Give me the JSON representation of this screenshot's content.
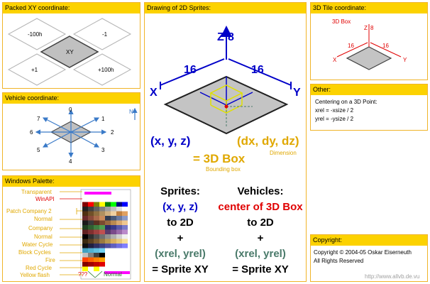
{
  "panels": {
    "packed_xy": {
      "title": "Packed XY coordinate:",
      "cells": {
        "top_left": "-100h",
        "top_right": "-1",
        "center": "XY",
        "bottom_left": "+1",
        "bottom_right": "+100h"
      }
    },
    "vehicle": {
      "title": "Vehicle coordinate:",
      "directions": [
        "0",
        "1",
        "2",
        "3",
        "4",
        "5",
        "6",
        "7"
      ],
      "north": "N"
    },
    "palette": {
      "title": "Windows Palette:",
      "labels": [
        "Transparent",
        "WinAPI",
        "Patch Company 2",
        "Normal",
        "Company",
        "Normal",
        "Water Cycle",
        "Block Cycles",
        "Fire",
        "Red Cycle",
        "Yellow flash"
      ],
      "unknown": "???",
      "normal_bottom": "Normal"
    },
    "drawing": {
      "title": "Drawing of 2D Sprites:",
      "z_label": "Z",
      "z_value": "8",
      "x_label": "X",
      "y_label": "Y",
      "x_size": "16",
      "y_size": "16",
      "xyz": "(x, y, z)",
      "dxyz": "(dx, dy, dz)",
      "dimension": "Dimension",
      "box3d": "= 3D Box",
      "bounding_box": "Bounding box",
      "sprites": {
        "heading": "Sprites:",
        "coord": "(x, y, z)",
        "to2d": "to 2D",
        "plus": "+",
        "rel": "(xrel, yrel)",
        "result": "= Sprite XY"
      },
      "vehicles": {
        "heading": "Vehicles:",
        "coord": "center of 3D Box",
        "to2d": "to 2D",
        "plus": "+",
        "rel": "(xrel, yrel)",
        "result": "= Sprite XY"
      }
    },
    "tile3d": {
      "title": "3D Tile coordinate:",
      "box_label": "3D Box",
      "z_label": "Z",
      "z_value": "8",
      "x_label": "X",
      "y_label": "Y",
      "x_size": "16",
      "y_size": "16"
    },
    "other": {
      "title": "Other:",
      "lines": [
        "Centering on a 3D Point:",
        "xrel = -xsize / 2",
        "yrel = -ysize / 2"
      ]
    },
    "copyright": {
      "title": "Copyright:",
      "lines": [
        "Copyright © 2004-05 Oskar Eiserneuth",
        "All Rights Reserved"
      ],
      "url": "http://www.allvb.de.vu"
    }
  },
  "colors": {
    "panel_border": "#f0b428",
    "title_bar": "#fcd200",
    "axis_blue": "#0000c8",
    "gold": "#e0a800",
    "red": "#e00000",
    "teal": "#4a7a6a"
  }
}
